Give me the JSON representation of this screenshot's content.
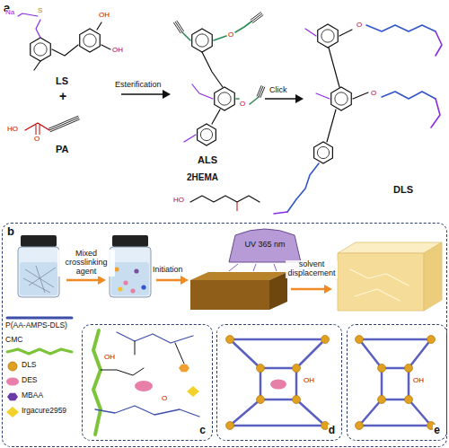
{
  "diagram": {
    "nodes": [
      {
        "text": [
          "b"
        ]
      },
      {
        "text": [
          "c"
        ],
        "in": 0
      },
      {
        "text": [
          "d"
        ],
        "in": 0
      },
      {
        "text": [
          "e"
        ],
        "in": 0
      }
    ],
    "labels": [
      "a",
      "LS",
      "+",
      "PA",
      "Esterification",
      "ALS",
      "2HEMA",
      "Click",
      "DLS",
      "HO",
      "O",
      "OH",
      "OH",
      "Na",
      "S",
      "O",
      "O",
      "HO",
      "O",
      "O",
      "Mixed crosslinking agent",
      "Initiation",
      "UV 365 nm",
      "solvent displacement",
      "OH",
      "O",
      "OH",
      "OH"
    ],
    "legend": [
      {
        "text": "P(AA-AMPS-DLS)"
      },
      {
        "text": "CMC"
      },
      {
        "text": "DLS"
      },
      {
        "text": "DES"
      },
      {
        "text": "MBAA"
      },
      {
        "text": "Irgacure2959"
      }
    ]
  }
}
